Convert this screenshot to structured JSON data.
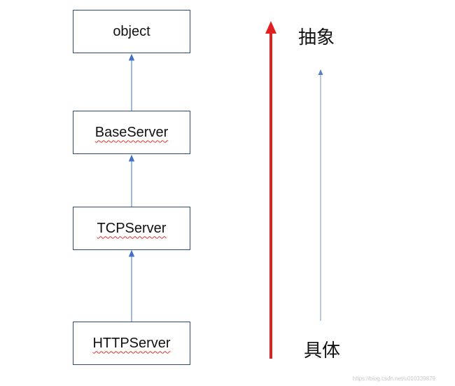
{
  "boxes": {
    "object": "object",
    "base": "BaseServer",
    "tcp": "TCPServer",
    "http": "HTTPServer"
  },
  "labels": {
    "abstract": "抽象",
    "concrete": "具体"
  },
  "watermark": "https://blog.csdn.net/u010339879",
  "colors": {
    "box_border": "#2f4a7a",
    "connector": "#4472c4",
    "big_arrow": "#e02020",
    "thin_arrow": "#7a96c8"
  }
}
